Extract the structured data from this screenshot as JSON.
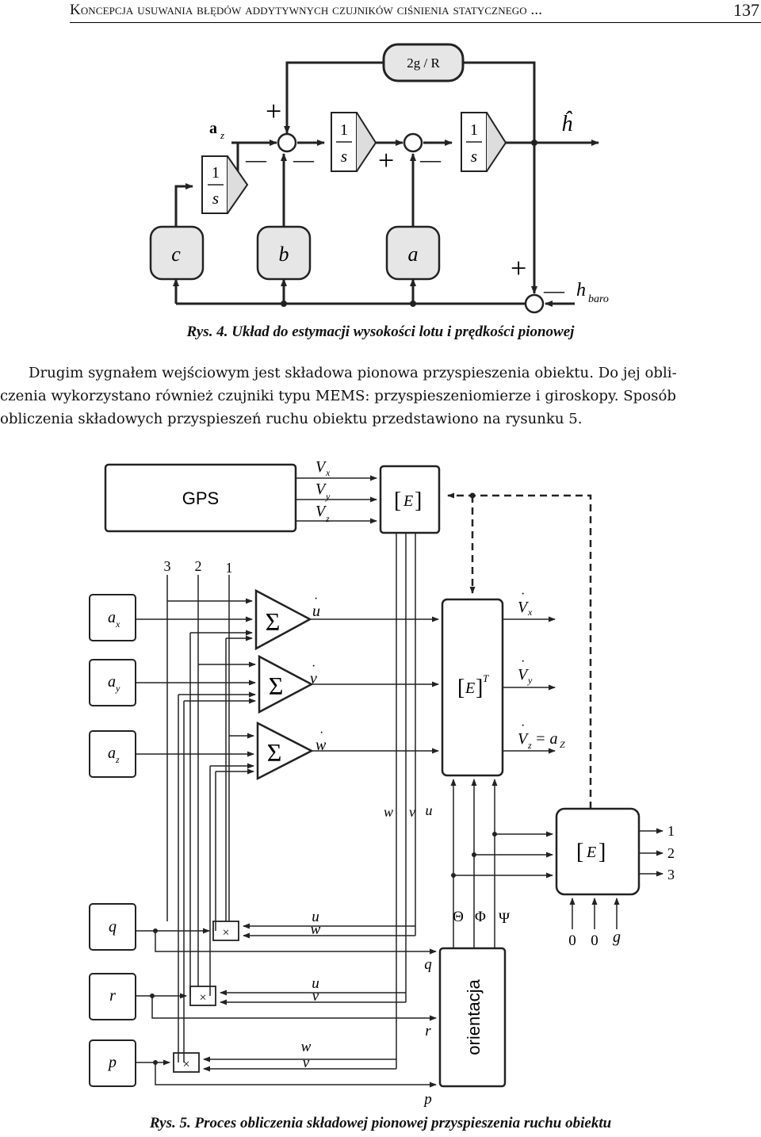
{
  "header": {
    "title": "Koncepcja usuwania błędów addytywnych czujników ciśnienia statycznego ...",
    "page": "137"
  },
  "fig4": {
    "gain_label": "2g / R",
    "az_label": "a",
    "az_sub": "z",
    "int_num": "1",
    "int_den": "s",
    "output_label": "ĥ",
    "hbaro_main": "h",
    "hbaro_sub": "baro",
    "block_c": "c",
    "block_b": "b",
    "block_a": "a",
    "plus": "+",
    "minus": "—",
    "caption": "Rys. 4. Układ do estymacji wysokości lotu i prędkości pionowej"
  },
  "paragraph": {
    "lines": [
      "Drugim sygnałem wejściowym jest składowa pionowa przyspieszenia obiektu. Do jej obli-",
      "czenia wykorzystano również czujniki typu MEMS: przyspieszeniomierze i giroskopy. Sposób",
      "obliczenia składowych przyspieszeń ruchu obiektu przedstawiono na rysunku 5."
    ]
  },
  "fig5": {
    "gps": "GPS",
    "vx": "V",
    "vx_sub": "x",
    "vy": "V",
    "vy_sub": "y",
    "vz": "V",
    "vz_sub": "z",
    "e_matrix": "E",
    "et_matrix": "E",
    "et_sup": "T",
    "n1": "1",
    "n2": "2",
    "n3": "3",
    "ax": "a",
    "ax_sub": "x",
    "ay": "a",
    "ay_sub": "y",
    "az": "a",
    "az_sub": "z",
    "sum": "Σ",
    "u_dot": "u",
    "v_dot": "v",
    "w_dot": "w",
    "vx_dot": "V",
    "vx_dot_sub": "x",
    "vy_dot": "V",
    "vy_dot_sub": "y",
    "vz_dot": "V",
    "vz_dot_sub": "z",
    "vz_eq": "= a",
    "vz_eq_sub": "Z",
    "wvu": [
      "w",
      "v",
      "u"
    ],
    "out_1": "1",
    "out_2": "2",
    "out_3": "3",
    "theta": "Θ",
    "phi": "Φ",
    "psi": "Ψ",
    "zero1": "0",
    "zero2": "0",
    "g": "g",
    "q": "q",
    "r": "r",
    "p": "p",
    "mult": "×",
    "m1_top": "u",
    "m1_bot": "w",
    "m2_top": "u",
    "m2_bot": "v",
    "m3_top": "w",
    "m3_bot": "v",
    "q_in": "q",
    "r_in": "r",
    "p_in": "p",
    "orientacja": "orientacja",
    "caption": "Rys. 5. Proces obliczenia składowej pionowej przyspieszenia ruchu obiektu"
  }
}
